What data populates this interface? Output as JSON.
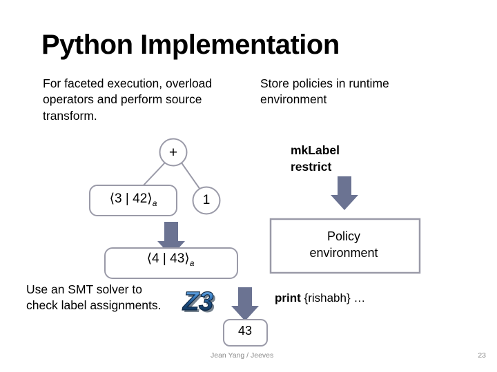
{
  "slide": {
    "title": "Python Implementation",
    "page_number": "23",
    "credit": "Jean Yang / Jeeves",
    "colors": {
      "arrow_fill": "#6b7392",
      "shape_stroke": "#9a9aa8",
      "text": "#000000",
      "footer_text": "#8b8b8b",
      "z3_blue_light": "#4a8fd4",
      "z3_blue_dark": "#13304f"
    }
  },
  "body": {
    "left_paragraph": "For faceted execution, overload operators and perform source transform.",
    "right_paragraph": "Store policies in runtime environment",
    "smt_paragraph": "Use an SMT solver to check label assignments."
  },
  "code_labels": {
    "mklabel": "mkLabel",
    "restrict": "restrict",
    "print_keyword": "print",
    "print_args": "{rishabh} …"
  },
  "diagram": {
    "tree": {
      "root_node": "+",
      "right_leaf": "1",
      "left_leaf": {
        "open": "⟨",
        "high": "3",
        "bar": "|",
        "low": "42",
        "close": "⟩",
        "subscript": "a",
        "full": "⟨3 | 42⟩a"
      }
    },
    "result_value": {
      "open": "⟨",
      "high": "4",
      "bar": "|",
      "low": "43",
      "close": "⟩",
      "subscript": "a",
      "full": "⟨4 | 43⟩a"
    },
    "policy_box": {
      "line1": "Policy",
      "line2": "environment"
    },
    "output_value": "43",
    "logo": {
      "name": "z3-logo",
      "text": "Z3"
    },
    "arrows": [
      {
        "name": "arrow-tree-to-result"
      },
      {
        "name": "arrow-mklabel-to-policy"
      },
      {
        "name": "arrow-result-to-output"
      }
    ]
  }
}
